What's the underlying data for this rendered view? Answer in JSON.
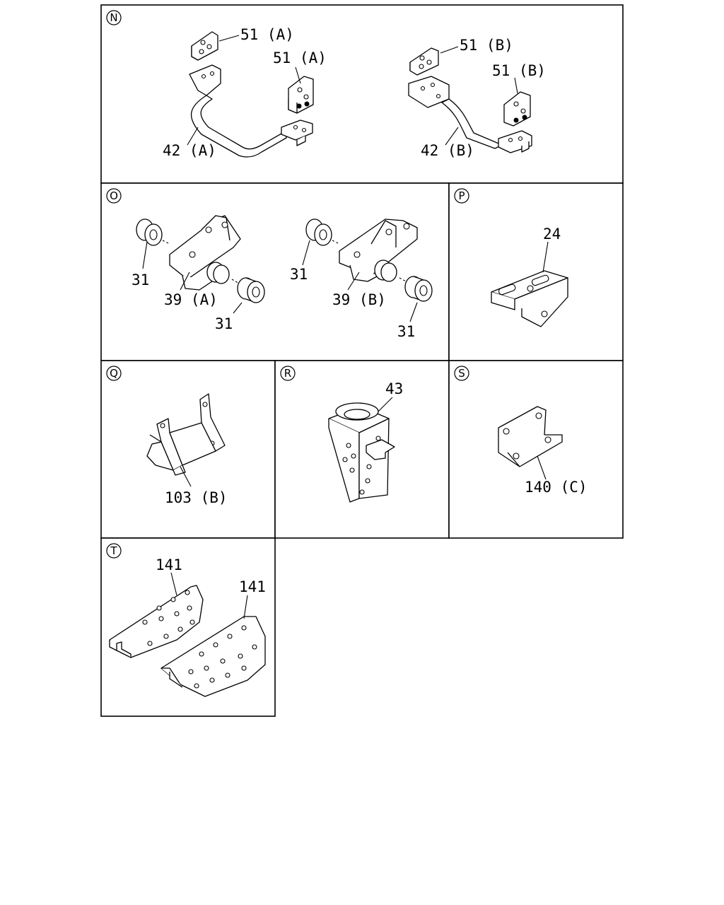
{
  "panels": {
    "N": {
      "badge": "N",
      "labels": {
        "a1": "51 (A)",
        "a2": "51 (A)",
        "a3": "42 (A)",
        "b1": "51 (B)",
        "b2": "51 (B)",
        "b3": "42 (B)"
      }
    },
    "O": {
      "badge": "O",
      "labels": {
        "a1": "31",
        "a2": "39 (A)",
        "a3": "31",
        "b1": "31",
        "b2": "39 (B)",
        "b3": "31"
      }
    },
    "P": {
      "badge": "P",
      "labels": {
        "a1": "24"
      }
    },
    "Q": {
      "badge": "Q",
      "labels": {
        "a1": "103 (B)"
      }
    },
    "R": {
      "badge": "R",
      "labels": {
        "a1": "43"
      }
    },
    "S": {
      "badge": "S",
      "labels": {
        "a1": "140 (C)"
      }
    },
    "T": {
      "badge": "T",
      "labels": {
        "a1": "141",
        "a2": "141"
      }
    }
  }
}
